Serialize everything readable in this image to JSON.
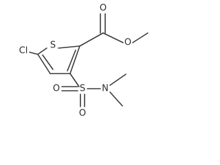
{
  "structure": {
    "atoms": {
      "chlorine": "Cl",
      "thiophene_sulfur": "S",
      "carbonyl_oxygen": "O",
      "ester_oxygen": "O",
      "sulfonyl_sulfur": "S",
      "sulfonyl_oxygen_left": "O",
      "sulfonyl_oxygen_bottom": "O",
      "amine_nitrogen": "N"
    }
  }
}
